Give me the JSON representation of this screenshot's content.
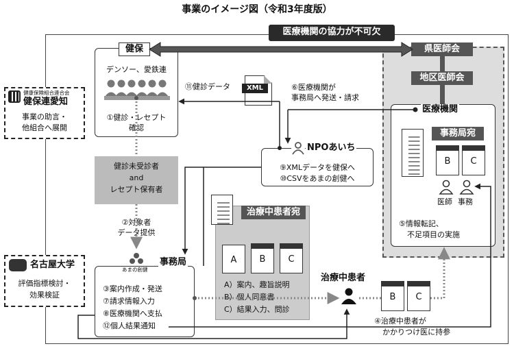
{
  "title": "事業のイメージ図（令和3年度版）",
  "cooperation_banner": "医療機関の協力が不可欠",
  "kenpo": {
    "label": "健保",
    "members": "デンソー、愛鉄連",
    "step1": "①健診・レセプト",
    "step1b": "確認"
  },
  "kenporen": {
    "small": "健康保険組合連合会",
    "name": "健保連愛知",
    "desc1": "事業の助言・",
    "desc2": "他組合へ展開"
  },
  "nagoya": {
    "name": "名古屋大学",
    "desc1": "評価指標検討・",
    "desc2": "効果検証"
  },
  "kenishikai": "県医師会",
  "chikuishikai": "地区医師会",
  "iryokikan": "医療機関",
  "jimukyoku_ate": "事務局宛",
  "ishi": "医師",
  "jimu": "事務",
  "step5a": "⑤情報転記、",
  "step5b": "不足項目の実施",
  "xml_icon": "XML",
  "step11": "⑪健診データ",
  "step6a": "⑥医療機関が",
  "step6b": "事務局へ発送・請求",
  "npo": {
    "name": "NPOあいち",
    "step9": "⑨XMLデータを健保へ",
    "step10": "⑩CSVをあまの創健へ"
  },
  "target": {
    "line1": "健診未受診者",
    "line2": "and",
    "line3": "レセプト保有者"
  },
  "step2a": "②対象者",
  "step2b": "データ提供",
  "amano_logo": "あまの創健",
  "jimukyoku": "事務局",
  "steps": [
    "③案内作成・発送",
    "⑦請求情報入力",
    "⑧医療機関へ支払",
    "⑫個人結果通知"
  ],
  "patient_ate": {
    "label": "治療中患者宛",
    "items": [
      "A）案内、趣旨説明",
      "B）個人同意書",
      "C）結果入力、問診"
    ]
  },
  "patient": "治療中患者",
  "step4a": "④治療中患者が",
  "step4b": "かかりつけ医に持参",
  "doc": {
    "a": "A",
    "b": "B",
    "c": "C"
  }
}
